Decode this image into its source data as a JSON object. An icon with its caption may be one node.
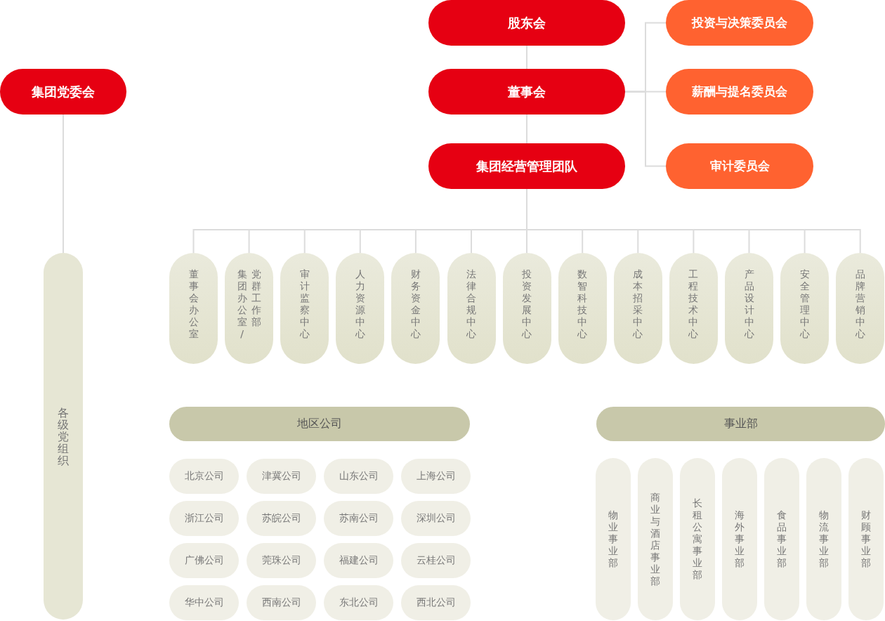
{
  "diagram": {
    "nodes": [
      {
        "text": [
          "股东会"
        ]
      },
      {
        "text": [
          "董事会"
        ]
      },
      {
        "text": [
          "集团经营管理团队"
        ]
      },
      {
        "text": [
          "投资与决策委员会"
        ]
      },
      {
        "text": [
          "薪酬与提名委员会"
        ]
      },
      {
        "text": [
          "审计委员会"
        ]
      },
      {
        "text": [
          "集团党委会"
        ]
      },
      {
        "text": [
          "各级党组织"
        ]
      },
      {
        "text": [
          "董事会办公室"
        ]
      },
      {
        "text": [
          "集团办公室/党群工作部"
        ]
      },
      {
        "text": [
          "审计监察中心"
        ]
      },
      {
        "text": [
          "人力资源中心"
        ]
      },
      {
        "text": [
          "财务资金中心"
        ]
      },
      {
        "text": [
          "法律合规中心"
        ]
      },
      {
        "text": [
          "投资发展中心"
        ]
      },
      {
        "text": [
          "数智科技中心"
        ]
      },
      {
        "text": [
          "成本招采中心"
        ]
      },
      {
        "text": [
          "工程技术中心"
        ]
      },
      {
        "text": [
          "产品设计中心"
        ]
      },
      {
        "text": [
          "安全管理中心"
        ]
      },
      {
        "text": [
          "品牌营销中心"
        ]
      },
      {
        "text": [
          "地区公司"
        ]
      },
      {
        "text": [
          "北京公司"
        ]
      },
      {
        "text": [
          "津冀公司"
        ]
      },
      {
        "text": [
          "山东公司"
        ]
      },
      {
        "text": [
          "上海公司"
        ]
      },
      {
        "text": [
          "浙江公司"
        ]
      },
      {
        "text": [
          "苏皖公司"
        ]
      },
      {
        "text": [
          "苏南公司"
        ]
      },
      {
        "text": [
          "深圳公司"
        ]
      },
      {
        "text": [
          "广佛公司"
        ]
      },
      {
        "text": [
          "莞珠公司"
        ]
      },
      {
        "text": [
          "福建公司"
        ]
      },
      {
        "text": [
          "云桂公司"
        ]
      },
      {
        "text": [
          "华中公司"
        ]
      },
      {
        "text": [
          "西南公司"
        ]
      },
      {
        "text": [
          "东北公司"
        ]
      },
      {
        "text": [
          "西北公司"
        ]
      },
      {
        "text": [
          "事业部"
        ]
      },
      {
        "text": [
          "物业事业部"
        ]
      },
      {
        "text": [
          "商业与酒店事业部"
        ]
      },
      {
        "text": [
          "长租公寓事业部"
        ]
      },
      {
        "text": [
          "海外事业部"
        ]
      },
      {
        "text": [
          "食品事业部"
        ]
      },
      {
        "text": [
          "物流事业部"
        ]
      },
      {
        "text": [
          "财顾事业部"
        ]
      }
    ],
    "edges": [
      {
        "from": 0,
        "to": 1,
        "arrow": "none"
      },
      {
        "from": 1,
        "to": 2,
        "arrow": "none"
      },
      {
        "from": 1,
        "to": 3,
        "arrow": "none"
      },
      {
        "from": 1,
        "to": 4,
        "arrow": "none"
      },
      {
        "from": 1,
        "to": 5,
        "arrow": "none"
      },
      {
        "from": 6,
        "to": 7,
        "arrow": "none"
      },
      {
        "from": 2,
        "to": 8,
        "arrow": "none"
      },
      {
        "from": 2,
        "to": 9,
        "arrow": "none"
      },
      {
        "from": 2,
        "to": 10,
        "arrow": "none"
      },
      {
        "from": 2,
        "to": 11,
        "arrow": "none"
      },
      {
        "from": 2,
        "to": 12,
        "arrow": "none"
      },
      {
        "from": 2,
        "to": 13,
        "arrow": "none"
      },
      {
        "from": 2,
        "to": 14,
        "arrow": "none"
      },
      {
        "from": 2,
        "to": 15,
        "arrow": "none"
      },
      {
        "from": 2,
        "to": 16,
        "arrow": "none"
      },
      {
        "from": 2,
        "to": 17,
        "arrow": "none"
      },
      {
        "from": 2,
        "to": 18,
        "arrow": "none"
      },
      {
        "from": 2,
        "to": 19,
        "arrow": "none"
      },
      {
        "from": 2,
        "to": 20,
        "arrow": "none"
      }
    ]
  }
}
